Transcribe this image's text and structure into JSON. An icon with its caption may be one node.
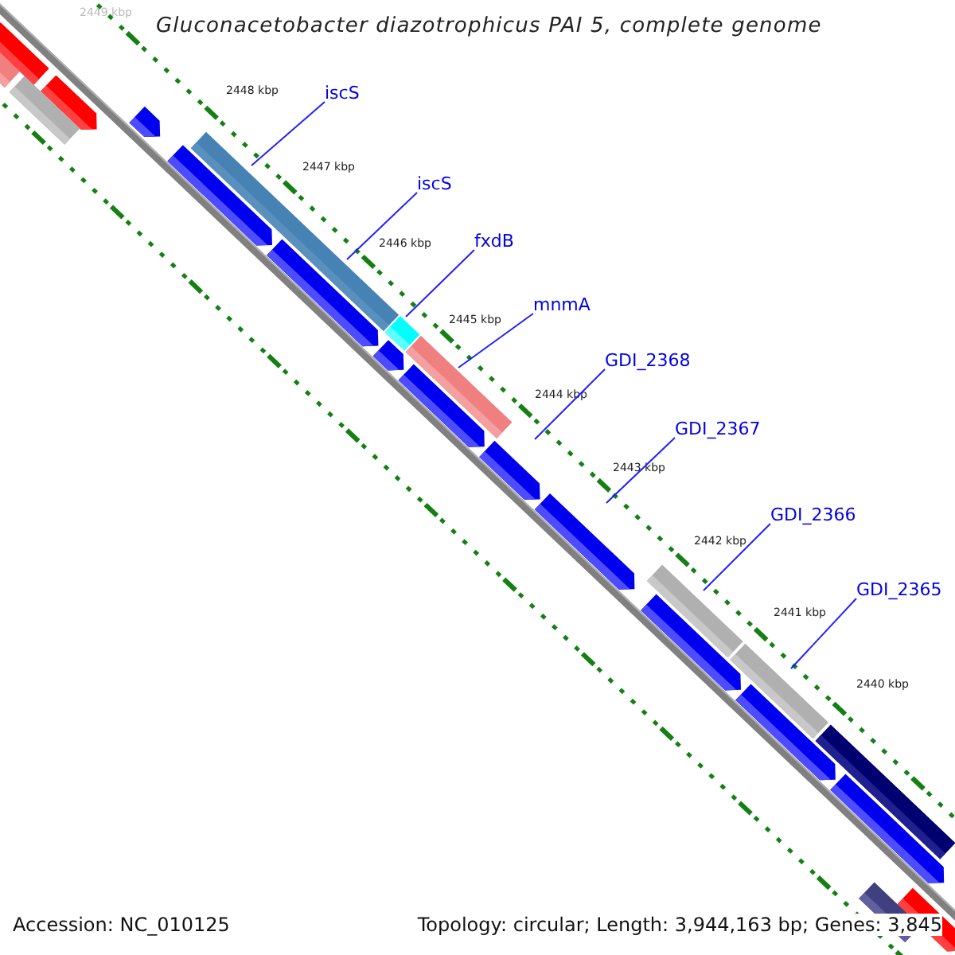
{
  "diagram": {
    "title": "Gluconacetobacter diazotrophicus PAI 5, complete genome",
    "nodes": [
      {
        "text": [
          "iscS"
        ]
      },
      {
        "text": [
          "iscS"
        ]
      },
      {
        "text": [
          "fxdB"
        ]
      },
      {
        "text": [
          "mnmA"
        ]
      },
      {
        "text": [
          "GDI_2368"
        ]
      },
      {
        "text": [
          "GDI_2367"
        ]
      },
      {
        "text": [
          "GDI_2366"
        ]
      },
      {
        "text": [
          "GDI_2365"
        ]
      }
    ],
    "edges": [
      {
        "from": 0,
        "to": null,
        "arrow": "none"
      },
      {
        "from": 1,
        "to": null,
        "arrow": "none"
      },
      {
        "from": 2,
        "to": null,
        "arrow": "none"
      },
      {
        "from": 3,
        "to": null,
        "arrow": "none"
      },
      {
        "from": 4,
        "to": null,
        "arrow": "none"
      },
      {
        "from": 5,
        "to": null,
        "arrow": "none"
      },
      {
        "from": 6,
        "to": null,
        "arrow": "none"
      },
      {
        "from": 7,
        "to": null,
        "arrow": "none"
      }
    ],
    "labels": [
      "2449 kbp",
      "2448 kbp",
      "2447 kbp",
      "2446 kbp",
      "2445 kbp",
      "2444 kbp",
      "2443 kbp",
      "2442 kbp",
      "2441 kbp",
      "2440 kbp",
      "Accession: NC_010125",
      "Topology: circular; Length: 3,944,163 bp; Genes: 3,845"
    ]
  }
}
